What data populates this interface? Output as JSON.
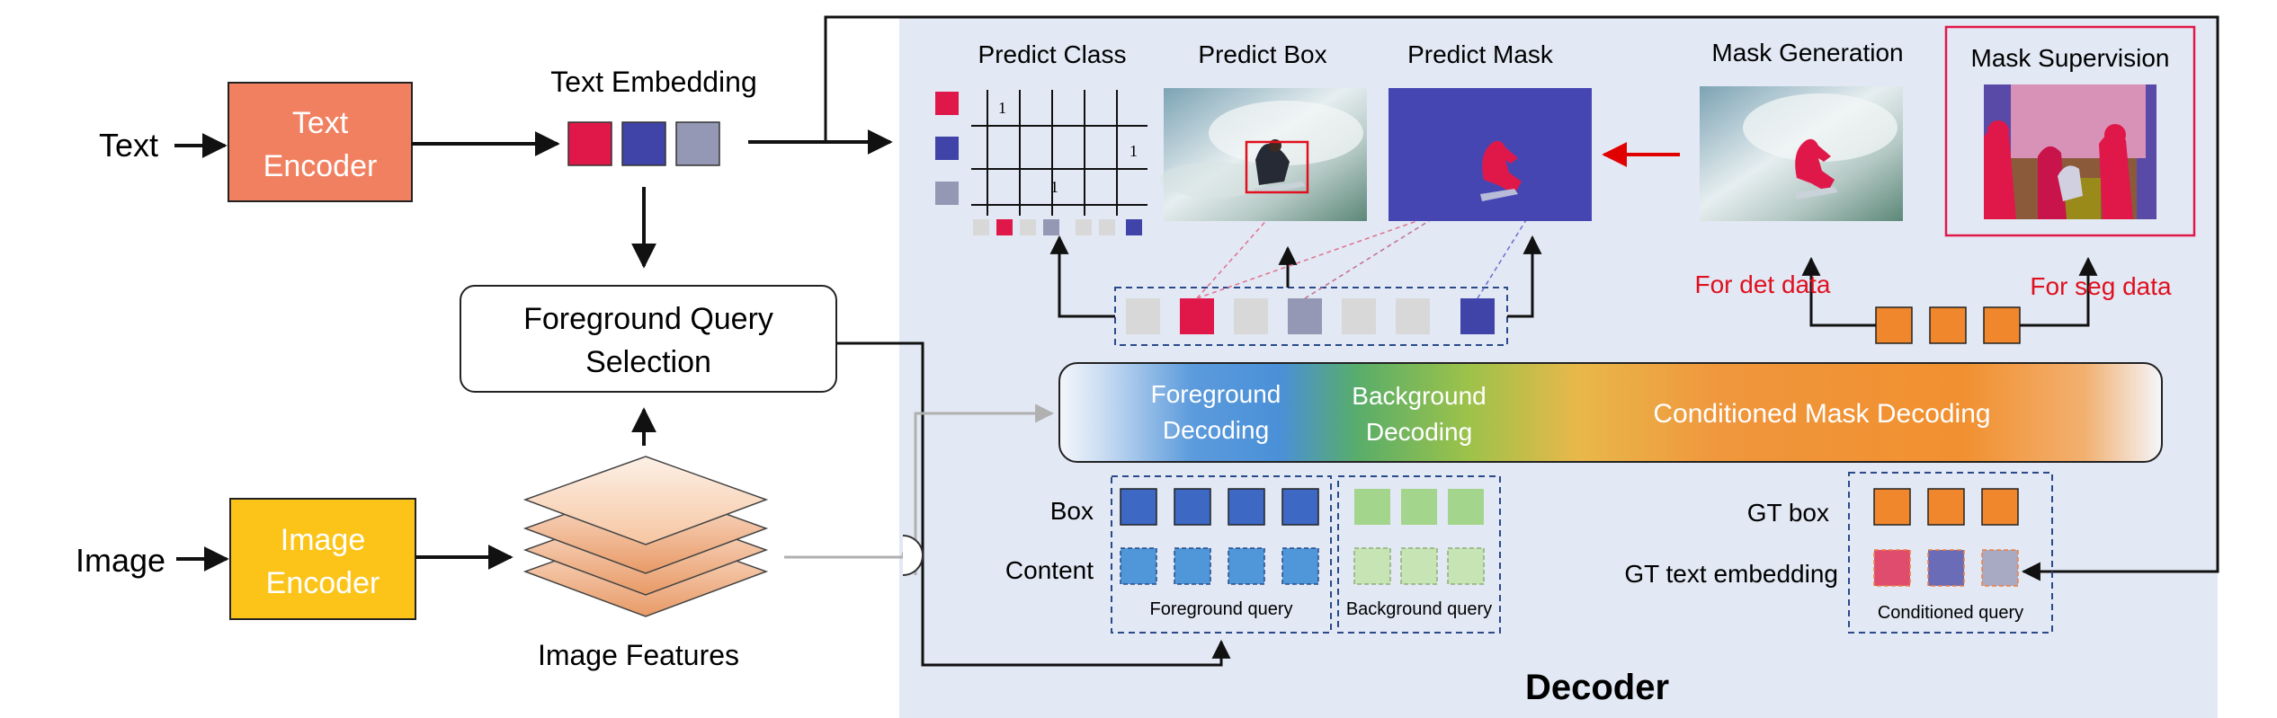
{
  "inputs": {
    "text": "Text",
    "image": "Image"
  },
  "encoders": {
    "text_line1": "Text",
    "text_line2": "Encoder",
    "image_line1": "Image",
    "image_line2": "Encoder"
  },
  "labels": {
    "text_embedding": "Text Embedding",
    "image_features": "Image Features",
    "query_selection_line1": "Foreground Query",
    "query_selection_line2": "Selection",
    "decoder": "Decoder"
  },
  "heads": {
    "predict_class": "Predict Class",
    "predict_box": "Predict Box",
    "predict_mask": "Predict Mask",
    "mask_generation": "Mask Generation",
    "mask_supervision": "Mask Supervision"
  },
  "class_grid": {
    "cells": [
      "1",
      "1",
      "1"
    ]
  },
  "data_routes": {
    "det": "For det data",
    "seg": "For seg data"
  },
  "decoding_bar": {
    "fg_line1": "Foreground",
    "fg_line2": "Decoding",
    "bg_line1": "Background",
    "bg_line2": "Decoding",
    "cond": "Conditioned Mask Decoding"
  },
  "queries": {
    "box": "Box",
    "content": "Content",
    "foreground": "Foreground query",
    "background": "Background query",
    "gt_box": "GT box",
    "gt_text_embedding": "GT text embedding",
    "conditioned": "Conditioned query"
  },
  "colors": {
    "text_encoder": "#f08060",
    "image_encoder": "#fcc419",
    "decoder_bg": "#e2e8f4",
    "red": "#e0184a",
    "navy": "#4044a8",
    "slate": "#9498b4",
    "box_blue": "#3d68c4",
    "content_blue": "#4f97d8",
    "bg_green": "#a4d58c",
    "orange": "#f0872d",
    "mask_blue": "#4646b2",
    "arrow_red": "#e00000",
    "label_red": "#e0101e"
  }
}
